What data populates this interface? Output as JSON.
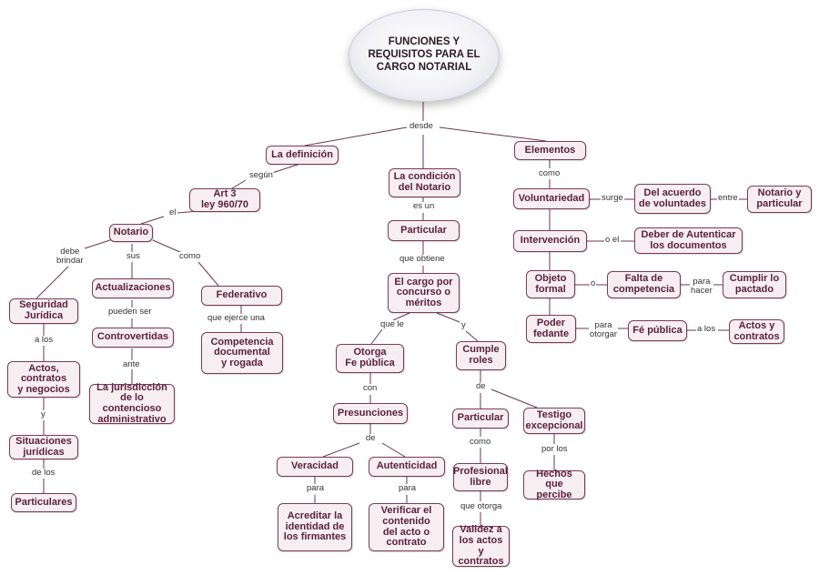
{
  "title": "FUNCIONES Y\nREQUISITOS PARA EL\nCARGO NOTARIAL",
  "nodes": {
    "definicion": "La definición",
    "condicion": "La condición\ndel Notario",
    "elementos": "Elementos",
    "art3": "Art 3\nley 960/70",
    "notario": "Notario",
    "seguridad": "Seguridad\nJurídica",
    "actos1": "Actos,\ncontratos\ny negocios",
    "situaciones": "Situaciones\njurídicas",
    "particulares": "Particulares",
    "actualizaciones": "Actualizaciones",
    "controvertidas": "Controvertidas",
    "jurisdiccion": "La jurisdicción\nde lo contencioso\nadministrativo",
    "federativo": "Federativo",
    "competencia_doc": "Competencia\ndocumental\ny rogada",
    "particular": "Particular",
    "cargo": "El cargo por\nconcurso o\nméritos",
    "otorga": "Otorga\nFe pública",
    "presunciones": "Presunciones",
    "veracidad": "Veracidad",
    "autenticidad": "Autenticidad",
    "acreditar": "Acreditar la\nidentidad de\nlos firmantes",
    "verificar": "Verificar el\ncontenido\ndel acto o\ncontrato",
    "cumple": "Cumple\nroles",
    "particular2": "Particular",
    "testigo": "Testigo\nexcepcional",
    "profesional": "Profesional\nlibre",
    "validez": "Validez a\nlos actos\ny contratos",
    "hechos": "Hechos que\npercibe",
    "voluntariedad": "Voluntariedad",
    "acuerdo": "Del acuerdo\nde voluntades",
    "notario_particular": "Notario y\nparticular",
    "intervencion": "Intervención",
    "deber": "Deber de Autenticar\nlos documentos",
    "objeto": "Objeto\nformal",
    "falta": "Falta de\ncompetencia",
    "cumplir": "Cumplir lo\npactado",
    "poder": "Poder\nfedante",
    "fe_publica": "Fé pública",
    "actos2": "Actos y\ncontratos"
  },
  "labels": {
    "desde": "desde",
    "segun": "según",
    "el": "el",
    "debe_brindar": "debe\nbrindar",
    "sus": "sus",
    "como1": "como",
    "a_los1": "a los",
    "y1": "y",
    "de_los": "de los",
    "pueden_ser": "pueden ser",
    "ante": "ante",
    "que_ejerce": "que ejerce una",
    "es_un": "es un",
    "que_obtiene": "que obtiene",
    "que_le": "que le",
    "y2": "y",
    "con": "con",
    "de1": "de",
    "para1": "para",
    "para2": "para",
    "de2": "de",
    "como2": "como",
    "que_otorga": "que otorga",
    "por_los": "por los",
    "como3": "como",
    "surge": "surge",
    "entre": "entre",
    "o_el": "o el",
    "o": "o",
    "para_hacer": "para\nhacer",
    "para_otorgar": "para\notorgar",
    "a_los2": "a los"
  },
  "colors": {
    "accent": "#7a3a57",
    "node_fill": "#f6eef1",
    "text": "#5a1f3a"
  }
}
